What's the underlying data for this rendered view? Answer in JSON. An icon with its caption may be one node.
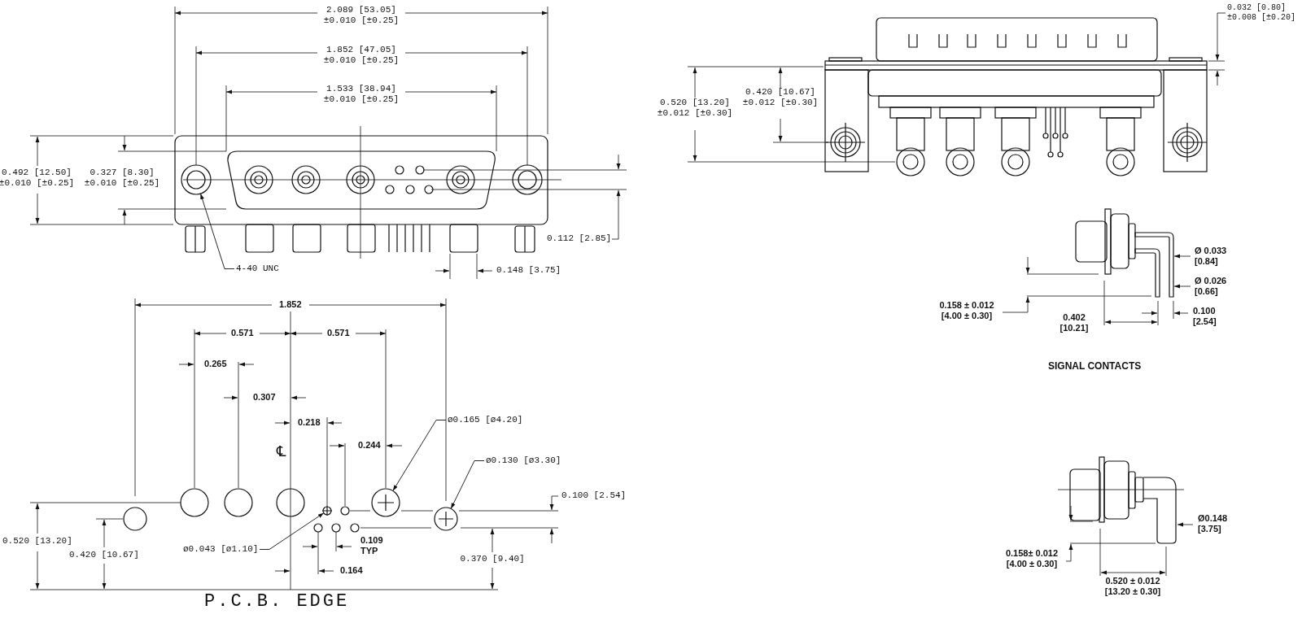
{
  "diagram": {
    "nodes": [
      {
        "text": [
          "4-40 UNC"
        ]
      },
      {
        "text": [],
        "shape": "circle"
      },
      {
        "text": [
          "ø0.165 [ø4.20]"
        ]
      },
      {
        "text": [],
        "shape": "circle"
      },
      {
        "text": [
          "ø0.130 [ø3.30]"
        ]
      },
      {
        "text": [],
        "shape": "circle"
      },
      {
        "text": [
          "ø0.043 [ø1.10]"
        ]
      },
      {
        "text": [],
        "shape": "circle"
      }
    ],
    "edges": [
      {
        "from": 0,
        "to": 1,
        "arrow": "to"
      },
      {
        "from": 2,
        "to": 3,
        "arrow": "to"
      },
      {
        "from": 4,
        "to": 5,
        "arrow": "to"
      },
      {
        "from": 6,
        "to": 7,
        "arrow": "to"
      }
    ],
    "labels": [
      "2.089 [53.05] ±0.010 [±0.25]",
      "1.852 [47.05] ±0.010 [±0.25]",
      "1.533 [38.94] ±0.010 [±0.25]",
      "0.492 [12.50] ±0.010 [±0.25]",
      "0.327 [8.30] ±0.010 [±0.25]",
      "0.112 [2.85]",
      "0.148 [3.75]",
      "0.032 [0.80] ±0.008 [±0.20]",
      "0.520 [13.20] ±0.012 [±0.30]",
      "0.420 [10.67] ±0.012 [±0.30]",
      "1.852",
      "0.571",
      "0.571",
      "0.265",
      "0.307",
      "0.218",
      "0.244",
      "℄",
      "0.100 [2.54]",
      "0.520 [13.20]",
      "0.420 [10.67]",
      "0.109 TYP",
      "0.370 [9.40]",
      "0.164",
      "P.C.B. EDGE",
      "Ø 0.033 [0.84]",
      "Ø 0.026 [0.66]",
      "0.158 ± 0.012 [4.00 ± 0.30]",
      "0.402 [10.21]",
      "0.100 [2.54]",
      "SIGNAL CONTACTS",
      "Ø0.148 [3.75]",
      "0.158± 0.012 [4.00 ± 0.30]",
      "0.520 ± 0.012 [13.20 ± 0.30]"
    ]
  }
}
